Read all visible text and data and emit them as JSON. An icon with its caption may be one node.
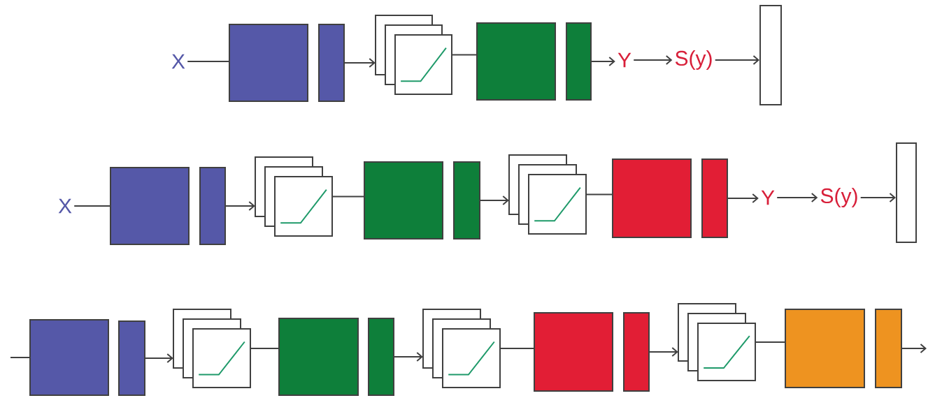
{
  "diagram": {
    "nodes": [
      {
        "text": [
          "X"
        ]
      },
      {
        "text": [],
        "shape": "box"
      },
      {
        "text": [],
        "shape": "bar"
      },
      {
        "text": [],
        "shape": "stack"
      },
      {
        "text": [],
        "shape": "box"
      },
      {
        "text": [],
        "shape": "bar"
      },
      {
        "text": [
          "Y"
        ]
      },
      {
        "text": [
          "S(y)"
        ]
      },
      {
        "text": [],
        "shape": "bar"
      },
      {
        "text": [
          "X"
        ]
      },
      {
        "text": [],
        "shape": "box"
      },
      {
        "text": [],
        "shape": "bar"
      },
      {
        "text": [],
        "shape": "stack"
      },
      {
        "text": [],
        "shape": "box"
      },
      {
        "text": [],
        "shape": "bar"
      },
      {
        "text": [],
        "shape": "stack"
      },
      {
        "text": [],
        "shape": "box"
      },
      {
        "text": [],
        "shape": "bar"
      },
      {
        "text": [
          "Y"
        ]
      },
      {
        "text": [
          "S(y)"
        ]
      },
      {
        "text": [],
        "shape": "bar"
      },
      {
        "text": [],
        "shape": "box"
      },
      {
        "text": [],
        "shape": "bar"
      },
      {
        "text": [],
        "shape": "stack"
      },
      {
        "text": [],
        "shape": "box"
      },
      {
        "text": [],
        "shape": "bar"
      },
      {
        "text": [],
        "shape": "stack"
      },
      {
        "text": [],
        "shape": "box"
      },
      {
        "text": [],
        "shape": "bar"
      },
      {
        "text": [],
        "shape": "stack"
      },
      {
        "text": [],
        "shape": "box"
      },
      {
        "text": [],
        "shape": "bar"
      }
    ],
    "edges": [
      {
        "from": 0,
        "to": 1,
        "arrow": "none"
      },
      {
        "from": 2,
        "to": 3,
        "arrow": "to"
      },
      {
        "from": 3,
        "to": 4,
        "arrow": "none"
      },
      {
        "from": 5,
        "to": 6,
        "arrow": "to"
      },
      {
        "from": 6,
        "to": 7,
        "arrow": "to"
      },
      {
        "from": 7,
        "to": 8,
        "arrow": "to"
      },
      {
        "from": 9,
        "to": 10,
        "arrow": "none"
      },
      {
        "from": 11,
        "to": 12,
        "arrow": "to"
      },
      {
        "from": 12,
        "to": 13,
        "arrow": "none"
      },
      {
        "from": 14,
        "to": 15,
        "arrow": "to"
      },
      {
        "from": 15,
        "to": 16,
        "arrow": "none"
      },
      {
        "from": 17,
        "to": 18,
        "arrow": "to"
      },
      {
        "from": 18,
        "to": 19,
        "arrow": "to"
      },
      {
        "from": 19,
        "to": 20,
        "arrow": "to"
      },
      {
        "from": null,
        "to": 21,
        "arrow": "none"
      },
      {
        "from": 22,
        "to": 23,
        "arrow": "to"
      },
      {
        "from": 23,
        "to": 24,
        "arrow": "none"
      },
      {
        "from": 25,
        "to": 26,
        "arrow": "to"
      },
      {
        "from": 26,
        "to": 27,
        "arrow": "none"
      },
      {
        "from": 28,
        "to": 29,
        "arrow": "to"
      },
      {
        "from": 29,
        "to": 30,
        "arrow": "none"
      },
      {
        "from": 31,
        "to": null,
        "arrow": "to"
      }
    ]
  }
}
